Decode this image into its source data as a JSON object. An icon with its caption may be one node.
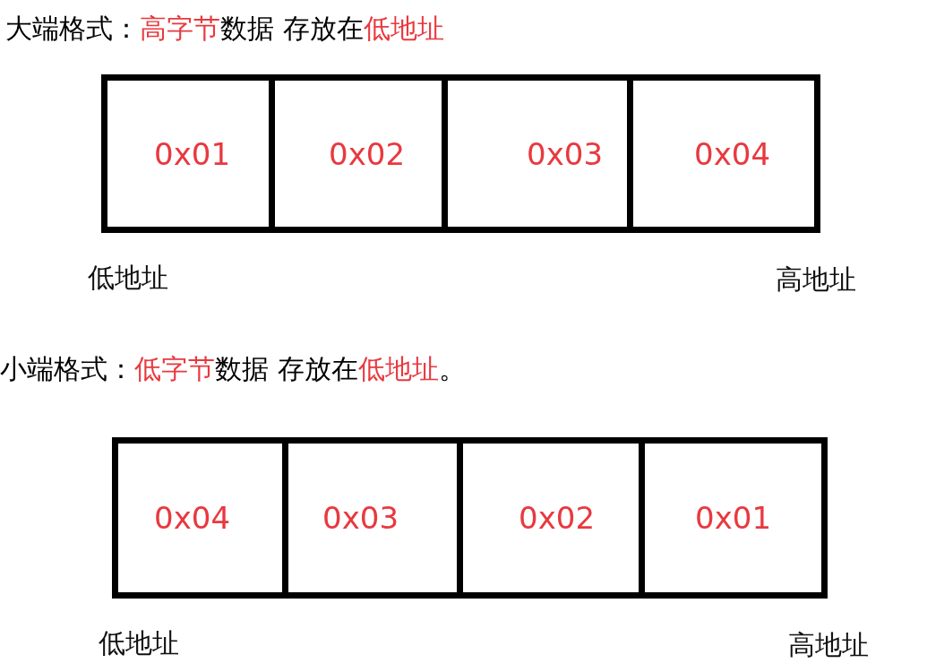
{
  "diagram": {
    "nodes": [
      {
        "text": [
          "0x01"
        ]
      },
      {
        "text": [
          "0x02"
        ]
      },
      {
        "text": [
          "0x03"
        ]
      },
      {
        "text": [
          "0x04"
        ]
      },
      {
        "text": [
          "0x04"
        ]
      },
      {
        "text": [
          "0x03"
        ]
      },
      {
        "text": [
          "0x02"
        ]
      },
      {
        "text": [
          "0x01"
        ]
      }
    ],
    "edges": [],
    "labels": [
      "大端格式：",
      "高字节",
      "数据 存放在",
      "低地址",
      "低地址",
      "高地址",
      "小端格式：",
      "低字节",
      "数据 存放在",
      "低地址",
      "。",
      "低地址",
      "高地址"
    ]
  }
}
